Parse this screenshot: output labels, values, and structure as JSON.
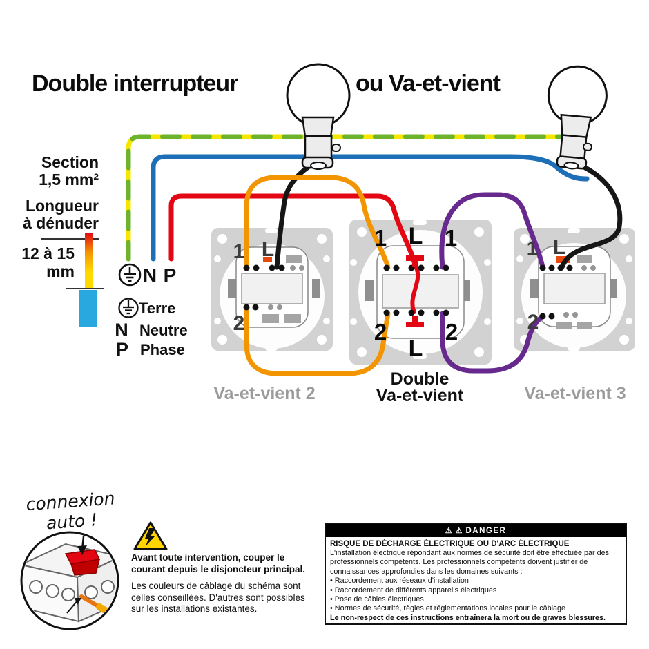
{
  "title": {
    "left": "Double interrupteur",
    "right": "ou Va-et-vient"
  },
  "sidebar": {
    "section_line1": "Section",
    "section_line2": "1,5 mm²",
    "strip_line1": "Longueur",
    "strip_line2": "à dénuder",
    "strip_len1": "12 à 15",
    "strip_len2": "mm"
  },
  "supply": {
    "n": "N",
    "p": "P"
  },
  "legend": {
    "terre": "Terre",
    "n": "N",
    "neutre": "Neutre",
    "p": "P",
    "phase": "Phase"
  },
  "switches": {
    "left": {
      "label": "Va-et-vient 2",
      "t1": "1",
      "tl": "L",
      "t2": "2"
    },
    "middle": {
      "label1": "Double",
      "label2": "Va-et-vient",
      "t1a": "1",
      "tl_top": "L",
      "t1b": "1",
      "t2a": "2",
      "tl_bottom": "L",
      "t2b": "2"
    },
    "right": {
      "label": "Va-et-vient 3",
      "t1": "1",
      "tl": "L",
      "t2": "2"
    }
  },
  "notes": {
    "connexion_line1": "connexion",
    "connexion_line2": "auto !",
    "warning_bold": "Avant toute intervention, couper le courant depuis le disjoncteur principal.",
    "warning_normal": "Les couleurs de câblage du schéma sont celles conseillées. D'autres sont possibles sur les installations existantes."
  },
  "danger": {
    "header": "DANGER",
    "title": "RISQUE DE DÉCHARGE ÉLECTRIQUE OU D'ARC ÉLECTRIQUE",
    "intro": "L'installation électrique répondant aux normes de sécurité doit être effectuée par des professionnels compétents. Les professionnels compétents doivent justifier de connaissances approfondies dans les domaines suivants :",
    "bullets": [
      "Raccordement aux réseaux d'installation",
      "Raccordement de différents appareils électriques",
      "Pose de câbles électriques",
      "Normes de sécurité, règles et réglementations locales pour le câblage"
    ],
    "outro": "Le non-respect de ces instructions entraînera la mort ou de graves blessures."
  },
  "colors": {
    "terre_yellow": "#f7e700",
    "terre_green": "#6db32b",
    "neutre_blue": "#1d70b7",
    "phase_red": "#e30613",
    "nav_orange": "#f39500",
    "nav_violet": "#67298e",
    "wire_black": "#161616",
    "label_gray": "#9b9b9b"
  }
}
